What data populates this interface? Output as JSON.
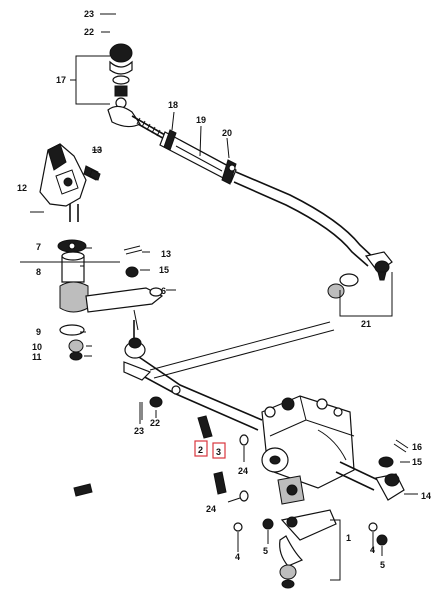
{
  "labels": {
    "p1": "1",
    "p2": "2",
    "p3": "3",
    "p4a": "4",
    "p4b": "4",
    "p5a": "5",
    "p5b": "5",
    "p6": "6",
    "p7": "7",
    "p8": "8",
    "p9": "9",
    "p10": "10",
    "p11": "11",
    "p12": "12",
    "p13": "13",
    "p13b": "13",
    "p14": "14",
    "p15a": "15",
    "p15b": "15",
    "p16": "16",
    "p17": "17",
    "p18": "18",
    "p19": "19",
    "p20": "20",
    "p21": "21",
    "p22a": "22",
    "p22b": "22",
    "p23a": "23",
    "p23b": "23",
    "p24a": "24",
    "p24b": "24"
  },
  "highlight_color": "#d9363e"
}
